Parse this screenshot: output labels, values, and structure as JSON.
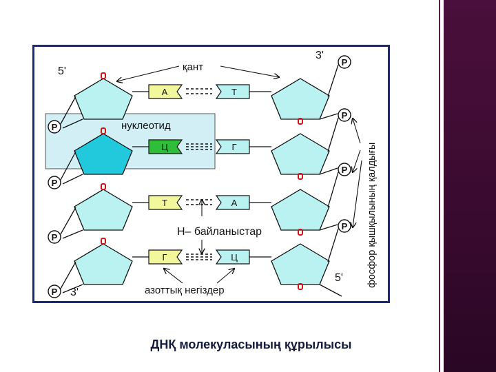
{
  "slide": {
    "caption": "ДНҚ молекуласының құрылысы",
    "accent_color": "#3a0a30"
  },
  "diagram": {
    "labels": {
      "sugar": "қант",
      "nucleotide": "нуклеотид",
      "h_bonds": "H– байланыстар",
      "bases": "азоттық негіздер",
      "phosphate_residues": "фосфор қышқылының қалдығы",
      "left_top_end": "5'",
      "left_bottom_end": "3'",
      "right_top_end": "3'",
      "right_bottom_end": "5'"
    },
    "phosphate_symbol": "P",
    "sugar_oxygen": "o",
    "base_pairs": [
      {
        "left": "А",
        "right": "Т"
      },
      {
        "left": "Ц",
        "right": "Г"
      },
      {
        "left": "Т",
        "right": "А"
      },
      {
        "left": "Г",
        "right": "Ц"
      }
    ],
    "colors": {
      "sugar": "#b9f2f0",
      "sugar_highlight": "#22c8dc",
      "nucleotide_box": "#d3eff6",
      "left_base": "#f3f79c",
      "left_base_highlight": "#2fbe3a",
      "right_base": "#b9f2f0",
      "oxygen": "#cc1414",
      "frame": "#1a2a7a"
    }
  }
}
